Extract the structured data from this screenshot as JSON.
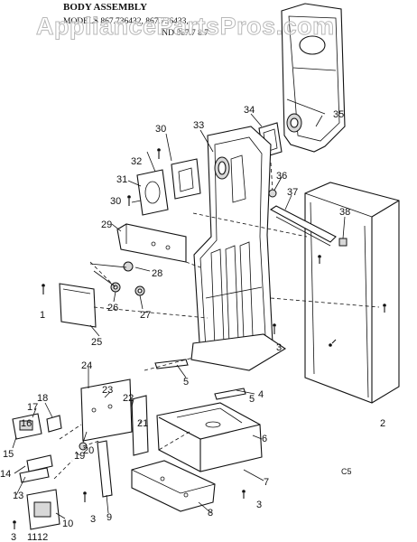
{
  "header": {
    "title": "BODY ASSEMBLY",
    "models_line1": "MODELS 867.736432, 867.736433,",
    "models_line2": "                                              ND 867.7 8 7"
  },
  "watermark": "AppliancePartsPros.com",
  "corner_code": "C5",
  "callouts": [
    "1",
    "2",
    "3",
    "3",
    "3",
    "3",
    "4",
    "5",
    "5",
    "6",
    "7",
    "8",
    "9",
    "10",
    "11",
    "12",
    "13",
    "14",
    "15",
    "16",
    "17",
    "18",
    "19",
    "20",
    "21",
    "22",
    "23",
    "24",
    "25",
    "26",
    "27",
    "28",
    "29",
    "30",
    "30",
    "31",
    "32",
    "33",
    "34",
    "35",
    "36",
    "37",
    "38"
  ]
}
